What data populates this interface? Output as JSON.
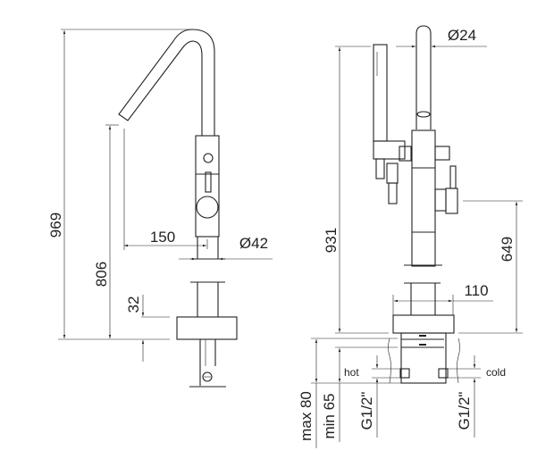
{
  "left_view": {
    "dim_total_height": "969",
    "dim_spout_height": "806",
    "dim_reach": "150",
    "dim_diameter": "Ø42",
    "dim_plate": "32"
  },
  "right_view": {
    "dim_total_height": "931",
    "dim_diameter": "Ø24",
    "dim_handle_height": "649",
    "dim_base_width": "110",
    "dim_max": "max 80",
    "dim_min": "min 65",
    "label_hot": "hot",
    "label_cold": "cold",
    "thread_hot": "G1/2\"",
    "thread_cold": "G1/2\""
  },
  "colors": {
    "line": "#231f20",
    "background": "#ffffff"
  }
}
